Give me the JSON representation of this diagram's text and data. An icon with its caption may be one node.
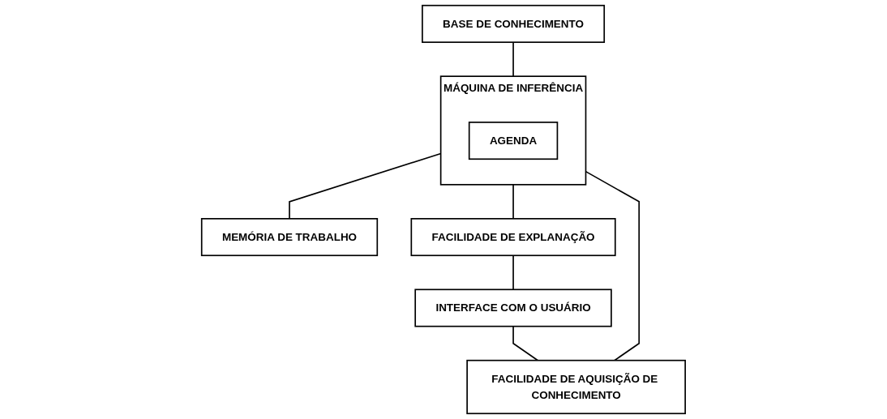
{
  "diagram": {
    "nodes": [
      {
        "text": [
          "MÁQUINA DE INFERÊNCIA"
        ]
      },
      {
        "text": [
          "AGENDA"
        ],
        "in": 0
      },
      {
        "text": [
          "BASE DE CONHECIMENTO"
        ]
      },
      {
        "text": [
          "MEMÓRIA DE TRABALHO"
        ]
      },
      {
        "text": [
          "FACILIDADE DE EXPLANAÇÃO"
        ]
      },
      {
        "text": [
          "FACILIDADE DE AQUISIÇÃO DE CONHECIMENTO"
        ]
      },
      {
        "text": [
          "INTERFACE COM O USUÁRIO"
        ]
      }
    ],
    "edges": [
      {
        "from": 2,
        "to": 0,
        "arrow": "none"
      },
      {
        "from": 0,
        "to": 3,
        "arrow": "none"
      },
      {
        "from": 0,
        "to": 4,
        "arrow": "none"
      },
      {
        "from": 0,
        "to": 5,
        "arrow": "none"
      },
      {
        "from": 4,
        "to": 6,
        "arrow": "none"
      },
      {
        "from": 6,
        "to": 5,
        "arrow": "none"
      }
    ]
  }
}
